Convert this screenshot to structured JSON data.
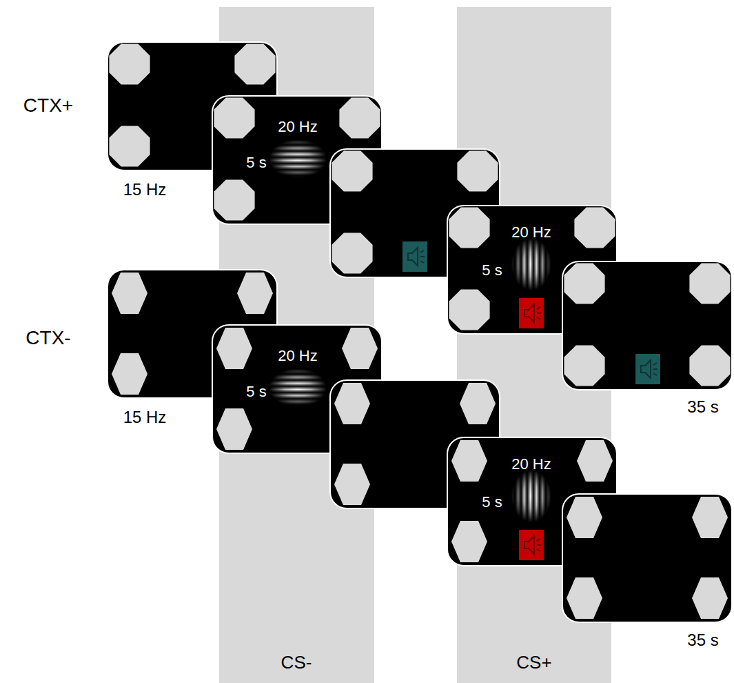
{
  "diagram": {
    "nodes": [
      {
        "text": [
          "CS-"
        ]
      },
      {
        "text": [
          "CS+"
        ]
      },
      {
        "text": [
          "15 Hz"
        ]
      },
      {
        "text": [
          "20 Hz",
          "5 s"
        ]
      },
      {
        "text": [
          "20 Hz",
          "5 s"
        ]
      },
      {
        "text": [
          "35 s"
        ]
      },
      {
        "text": [
          "15 Hz"
        ]
      },
      {
        "text": [
          "20 Hz",
          "5 s"
        ]
      },
      {
        "text": [
          "20 Hz",
          "5 s"
        ]
      },
      {
        "text": [
          "35 s"
        ]
      }
    ],
    "labels": [
      "CTX+",
      "CTX-"
    ]
  }
}
